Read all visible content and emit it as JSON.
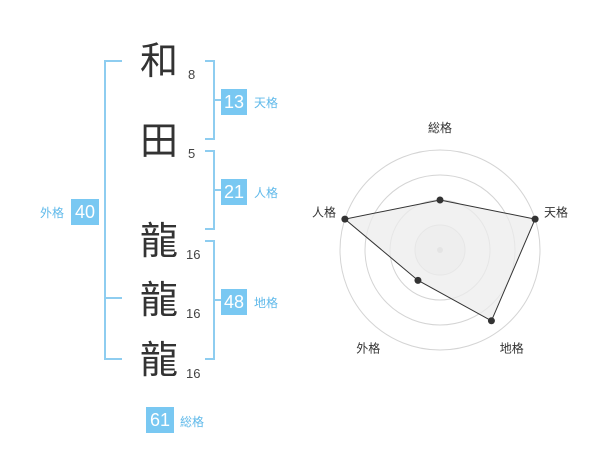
{
  "name": {
    "characters": [
      {
        "char": "和",
        "strokes": "8"
      },
      {
        "char": "田",
        "strokes": "5"
      },
      {
        "char": "龍",
        "strokes": "16"
      },
      {
        "char": "龍",
        "strokes": "16"
      },
      {
        "char": "龍",
        "strokes": "16"
      }
    ]
  },
  "fortunes": {
    "tenkaku": {
      "value": "13",
      "label": "天格"
    },
    "jinkaku": {
      "value": "21",
      "label": "人格"
    },
    "chikaku": {
      "value": "48",
      "label": "地格"
    },
    "gaikaku": {
      "value": "40",
      "label": "外格"
    },
    "soukaku": {
      "value": "61",
      "label": "総格"
    }
  },
  "colors": {
    "bracket": "#8ecdf0",
    "badge": "#79c8f2",
    "badge_label": "#5fb9ea",
    "radar_fill": "#ececec"
  },
  "chart_data": {
    "type": "radar",
    "axes": [
      "総格",
      "天格",
      "地格",
      "外格",
      "人格"
    ],
    "values": [
      2,
      4,
      3.5,
      1.5,
      4
    ],
    "range": [
      0,
      4
    ],
    "rings": 4
  }
}
